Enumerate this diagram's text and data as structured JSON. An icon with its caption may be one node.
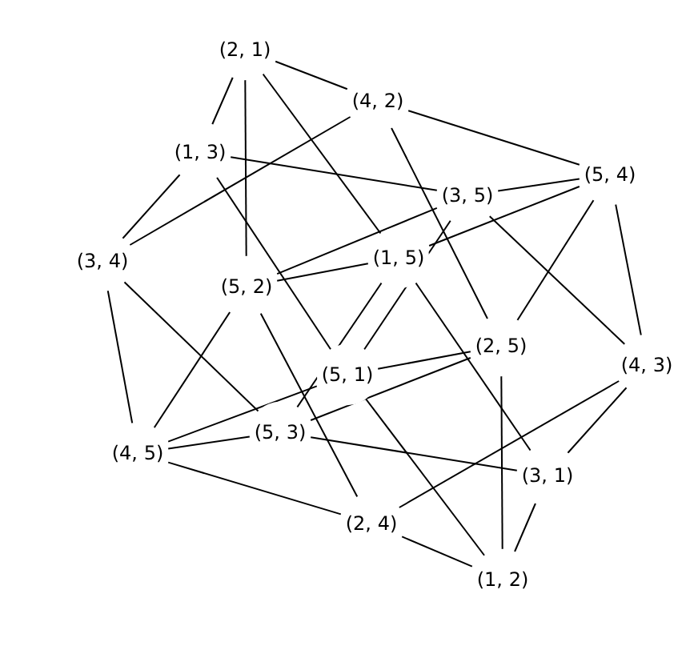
{
  "diagram": {
    "nodes": [
      {
        "text": [
          "(2, 1)"
        ]
      },
      {
        "text": [
          "(4, 2)"
        ]
      },
      {
        "text": [
          "(1, 3)"
        ]
      },
      {
        "text": [
          "(5, 4)"
        ]
      },
      {
        "text": [
          "(3, 5)"
        ]
      },
      {
        "text": [
          "(3, 4)"
        ]
      },
      {
        "text": [
          "(1, 5)"
        ]
      },
      {
        "text": [
          "(5, 2)"
        ]
      },
      {
        "text": [
          "(2, 5)"
        ]
      },
      {
        "text": [
          "(4, 3)"
        ]
      },
      {
        "text": [
          "(5, 1)"
        ]
      },
      {
        "text": [
          "(5, 3)"
        ]
      },
      {
        "text": [
          "(4, 5)"
        ]
      },
      {
        "text": [
          "(3, 1)"
        ]
      },
      {
        "text": [
          "(2, 4)"
        ]
      },
      {
        "text": [
          "(1, 2)"
        ]
      }
    ],
    "edges": [
      {
        "from": 0,
        "to": 2,
        "arrow": "none"
      },
      {
        "from": 0,
        "to": 6,
        "arrow": "none"
      },
      {
        "from": 10,
        "to": 2,
        "arrow": "none"
      },
      {
        "from": 10,
        "to": 15,
        "arrow": "none"
      },
      {
        "from": 13,
        "to": 6,
        "arrow": "none"
      },
      {
        "from": 13,
        "to": 15,
        "arrow": "none"
      },
      {
        "from": 1,
        "to": 0,
        "arrow": "none"
      },
      {
        "from": 1,
        "to": 8,
        "arrow": "none"
      },
      {
        "from": 7,
        "to": 0,
        "arrow": "none"
      },
      {
        "from": 7,
        "to": 14,
        "arrow": "none"
      },
      {
        "from": 15,
        "to": 8,
        "arrow": "none"
      },
      {
        "from": 15,
        "to": 14,
        "arrow": "none"
      },
      {
        "from": 2,
        "to": 4,
        "arrow": "none"
      },
      {
        "from": 2,
        "to": 5,
        "arrow": "none"
      },
      {
        "from": 9,
        "to": 4,
        "arrow": "none"
      },
      {
        "from": 9,
        "to": 13,
        "arrow": "none"
      },
      {
        "from": 11,
        "to": 5,
        "arrow": "none"
      },
      {
        "from": 11,
        "to": 13,
        "arrow": "none"
      },
      {
        "from": 3,
        "to": 1,
        "arrow": "none"
      },
      {
        "from": 3,
        "to": 9,
        "arrow": "none"
      },
      {
        "from": 5,
        "to": 1,
        "arrow": "none"
      },
      {
        "from": 5,
        "to": 12,
        "arrow": "none"
      },
      {
        "from": 14,
        "to": 9,
        "arrow": "none"
      },
      {
        "from": 14,
        "to": 12,
        "arrow": "none"
      },
      {
        "from": 4,
        "to": 3,
        "arrow": "none"
      },
      {
        "from": 4,
        "to": 7,
        "arrow": "none"
      },
      {
        "from": 4,
        "to": 10,
        "arrow": "none"
      },
      {
        "from": 6,
        "to": 3,
        "arrow": "none"
      },
      {
        "from": 6,
        "to": 7,
        "arrow": "none"
      },
      {
        "from": 6,
        "to": 11,
        "arrow": "none"
      },
      {
        "from": 8,
        "to": 3,
        "arrow": "none"
      },
      {
        "from": 8,
        "to": 10,
        "arrow": "none"
      },
      {
        "from": 8,
        "to": 11,
        "arrow": "none"
      },
      {
        "from": 12,
        "to": 7,
        "arrow": "none"
      },
      {
        "from": 12,
        "to": 10,
        "arrow": "none"
      },
      {
        "from": 12,
        "to": 11,
        "arrow": "none"
      }
    ]
  }
}
